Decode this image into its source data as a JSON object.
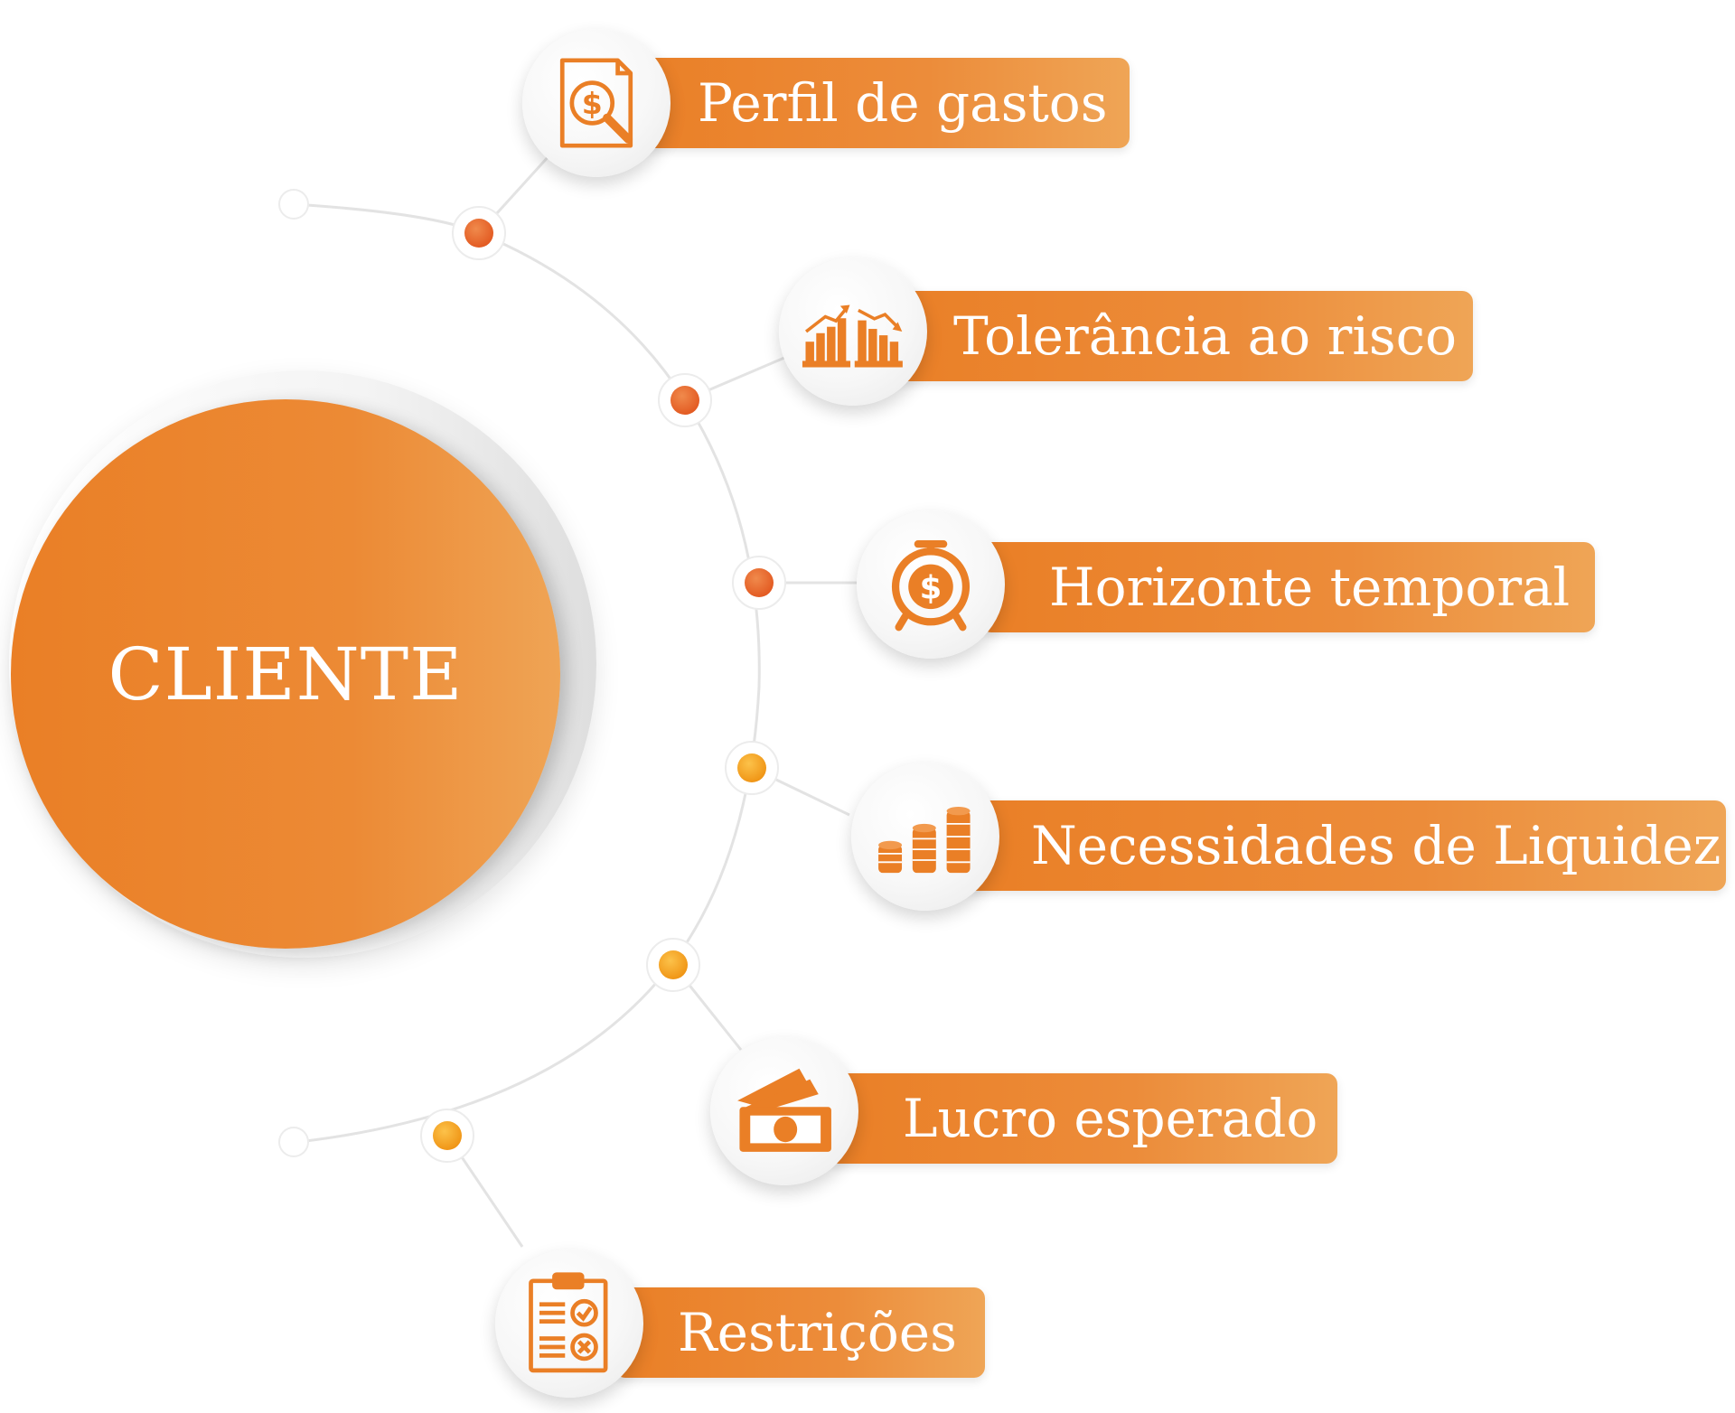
{
  "center": {
    "label": "CLIENTE"
  },
  "colors": {
    "accent": "#ea7f26",
    "accent_light": "#efa556",
    "node_orange": "#e8632a",
    "node_yellow": "#f3a21d",
    "line": "#e6e6e6"
  },
  "items": [
    {
      "label": "Perfil de gastos",
      "icon": "financial-report-magnifier-icon",
      "node": "orange"
    },
    {
      "label": "Tolerância ao risco",
      "icon": "bar-charts-up-down-icon",
      "node": "orange"
    },
    {
      "label": "Horizonte temporal",
      "icon": "dollar-alarm-clock-icon",
      "node": "orange"
    },
    {
      "label": "Necessidades de Liquidez",
      "icon": "coin-stacks-icon",
      "node": "yellow"
    },
    {
      "label": "Lucro esperado",
      "icon": "cash-stack-icon",
      "node": "yellow"
    },
    {
      "label": "Restrições",
      "icon": "checklist-clipboard-icon",
      "node": "yellow"
    }
  ]
}
